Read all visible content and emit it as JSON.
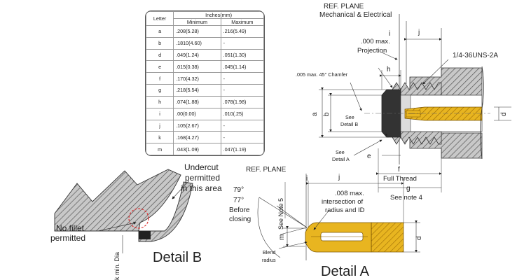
{
  "table": {
    "corner": "Letter",
    "group_header": "Inches(mm)",
    "col_min": "Minimum",
    "col_max": "Maximum",
    "rows": [
      {
        "letter": "a",
        "min": ".208(5.28)",
        "max": ".216(5.49)"
      },
      {
        "letter": "b",
        "min": ".1810(4.60)",
        "max": "-"
      },
      {
        "letter": "d",
        "min": ".049(1.24)",
        "max": ".051(1.30)"
      },
      {
        "letter": "e",
        "min": ".015(0.38)",
        "max": ".045(1.14)"
      },
      {
        "letter": "f",
        "min": ".170(4.32)",
        "max": "-"
      },
      {
        "letter": "g",
        "min": ".218(5.54)",
        "max": "-"
      },
      {
        "letter": "h",
        "min": ".074(1.88)",
        "max": ".078(1.98)"
      },
      {
        "letter": "i",
        "min": ".00(0.00)",
        "max": ".010(.25)"
      },
      {
        "letter": "j",
        "min": ".105(2.67)",
        "max": "-"
      },
      {
        "letter": "k",
        "min": ".168(4.27)",
        "max": "-"
      },
      {
        "letter": "m",
        "min": ".043(1.09)",
        "max": ".047(1.19)"
      }
    ]
  },
  "main": {
    "ref_plane": "REF. PLANE",
    "mech_elec": "Mechanical & Electrical",
    "proj1": ".000 max.",
    "proj2": "Projection",
    "thread_spec": "1/4-36UNS-2A",
    "chamfer": ".005 max. 45° Chamfer",
    "see_b1": "See",
    "see_b2": "Detail B",
    "see_a1": "See",
    "see_a2": "Detail A",
    "full_thread": "Full Thread",
    "see_note4": "See note 4",
    "dim_i": "i",
    "dim_j": "j",
    "dim_h": "h",
    "dim_a": "a",
    "dim_b": "b",
    "dim_d": "d",
    "dim_e": "e",
    "dim_f": "f",
    "dim_g": "g"
  },
  "detail_b": {
    "undercut1": "Undercut",
    "undercut2": "permitted",
    "undercut3": "in this area",
    "nofillet1": "No fillet",
    "nofillet2": "permitted",
    "kmin": "k min. Dia",
    "title": "Detail B"
  },
  "detail_a": {
    "ref_plane": "REF. PLANE",
    "ang1": "79°",
    "ang2": "77°",
    "before1": "Before",
    "before2": "closing",
    "note5": "See Note 5",
    "int1": ".008 max.",
    "int2": "intersection of",
    "int3": "radius and ID",
    "blend1": "Blend",
    "blend2": "radius",
    "dim_i": "i",
    "dim_j": "j",
    "dim_m": "m",
    "dim_d": "d",
    "title": "Detail A"
  },
  "colors": {
    "gold": "#e8b520",
    "gold_dark": "#c28a10",
    "hatch": "#555555",
    "metal": "#b8b8b8",
    "dark": "#3a3a3a",
    "red": "#dd2222"
  }
}
